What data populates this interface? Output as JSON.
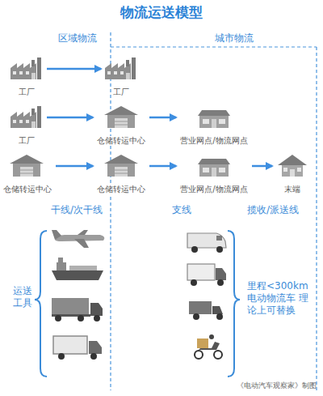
{
  "diagram": {
    "title": "物流运送模型",
    "caption": "《电动汽车观察家》制图",
    "nodes": [
      {
        "text": [
          "工厂"
        ]
      },
      {
        "text": [
          "工厂"
        ]
      },
      {
        "text": [
          "工厂"
        ]
      },
      {
        "text": [
          "仓储转运中心"
        ]
      },
      {
        "text": [
          "营业网点/物流网点"
        ]
      },
      {
        "text": [
          "仓储转运中心"
        ]
      },
      {
        "text": [
          "仓储转运中心"
        ]
      },
      {
        "text": [
          "营业网点/物流网点"
        ]
      },
      {
        "text": [
          "末端"
        ]
      }
    ],
    "edges": [
      {
        "from": 0,
        "to": 1,
        "arrow": "to"
      },
      {
        "from": 2,
        "to": 3,
        "arrow": "to"
      },
      {
        "from": 3,
        "to": 4,
        "arrow": "to"
      },
      {
        "from": 5,
        "to": 6,
        "arrow": "to"
      },
      {
        "from": 6,
        "to": 7,
        "arrow": "to"
      },
      {
        "from": 7,
        "to": 8,
        "arrow": "to"
      }
    ],
    "labels": [
      "区域物流",
      "城市物流",
      "干线/次干线",
      "支线",
      "揽收/派送线",
      "运送 工具",
      "里程<300km 电动物流车 理论上可替换"
    ]
  }
}
